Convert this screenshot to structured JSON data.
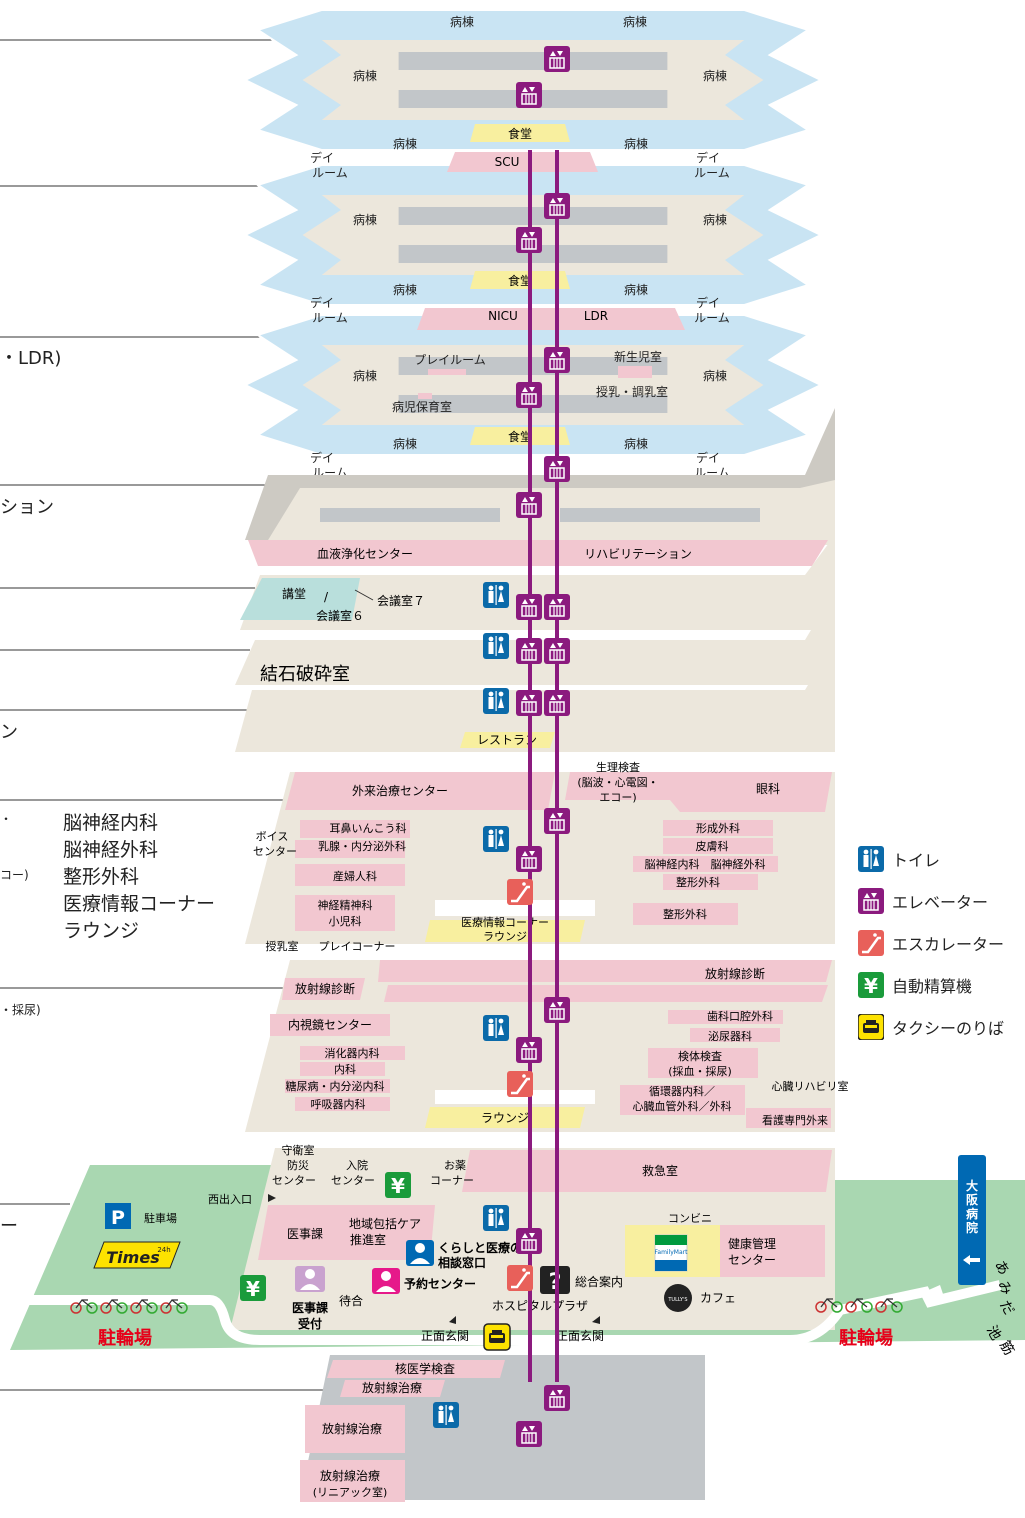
{
  "leader_texts": {
    "f5": "・LDR)",
    "f4": "ション",
    "f2": "結石破砕室",
    "f1": "ン",
    "f1b_dot": "・",
    "f1b_side": "コー)",
    "f1a_side": "・採尿)",
    "g": "ー"
  },
  "floor3_list": [
    "脳神経内科",
    "脳神経外科",
    "整形外科",
    "医療情報コーナー",
    "ラウンジ"
  ],
  "ward": {
    "byoto": "病棟",
    "day1": "デイ",
    "day2": "ルーム"
  },
  "top": {
    "shokudo": "食堂"
  },
  "upper": {
    "shokudo": "食堂",
    "scu": "SCU"
  },
  "mid": {
    "shokudo": "食堂",
    "nicu": "NICU",
    "ldr": "LDR",
    "playroom": "プレイルーム",
    "shinseiji": "新生児室",
    "junyu": "授乳・調乳室",
    "hoiku": "病児保育室"
  },
  "f4": {
    "ketsueki": "血液浄化センター",
    "rehab": "リハビリテーション"
  },
  "f3": {
    "kodo": "講堂",
    "kaigi6": "会議室６",
    "kaigi7": "会議室７",
    "slash": "/"
  },
  "f2": {
    "restaurant": "レストラン"
  },
  "f1b": {
    "gairai": "外来治療センター",
    "seiri": [
      "生理検査",
      "(脳波・心電図・",
      "エコー)"
    ],
    "ganka": "眼科",
    "voice": [
      "ボイス",
      "センター"
    ],
    "jibi": "耳鼻いんこう科",
    "nyusen": "乳腺・内分泌外科",
    "sanfujin": "産婦人科",
    "seishin": "神経精神科",
    "shoni": "小児科",
    "keisei": "形成外科",
    "hifu": "皮膚科",
    "nou": "脳神経内科　脳神経外科",
    "seikei1": "整形外科",
    "seikei2": "整形外科",
    "info": "医療情報コーナー",
    "lounge": "ラウンジ",
    "junyu": "授乳室",
    "play": "プレイコーナー"
  },
  "f1a": {
    "hosha": "放射線診断",
    "hosha2": "放射線診断",
    "naishikyo": "内視鏡センター",
    "shoka": "消化器内科",
    "naika": "内科",
    "tonyo": "糖尿病・内分泌内科",
    "kokyu": "呼吸器内科",
    "shika": "歯科口腔外科",
    "hinyo": "泌尿器科",
    "kentai": [
      "検体検査",
      "(採血・採尿)"
    ],
    "junkan": [
      "循環器内科／",
      "心臓血管外科／外科"
    ],
    "shinzo": "心臓リハビリ室",
    "kango": "看護専門外来",
    "lounge": "ラウンジ"
  },
  "g": {
    "shuei": "守衛室",
    "bosai": [
      "防災",
      "センター"
    ],
    "nyuin": [
      "入院",
      "センター"
    ],
    "okusuri": [
      "お薬",
      "コーナー"
    ],
    "kyukyu": "救急室",
    "nishi": "西出入口",
    "parking": "駐車場",
    "times": "Times",
    "times24": "24h",
    "ijika": "医事課",
    "chiiki": [
      "地域包括ケア",
      "推進室"
    ],
    "kurashi": [
      "くらしと医療の",
      "相談窓口"
    ],
    "konbini": "コンビニ",
    "familymart": "FamilyMart",
    "kenko": [
      "健康管理",
      "センター"
    ],
    "yoyaku": "予約センター",
    "sogo": "総合案内",
    "hospital": "ホスピタルプラザ",
    "cafe": "カフェ",
    "tullys": "TULLY'S",
    "machiai": "待合",
    "ijika_uke": [
      "医事課",
      "受付"
    ],
    "shorin": "駐輪場",
    "shomen": "正面玄関",
    "osaka": [
      "大",
      "阪",
      "病",
      "院"
    ],
    "amida": [
      "あ",
      "み",
      "だ",
      "池",
      "筋"
    ]
  },
  "b1": {
    "kaku": "核医学検査",
    "hosha1": "放射線治療",
    "hosha2": "放射線治療",
    "hosha3": [
      "放射線治療",
      "(リニアック室)"
    ]
  },
  "legend": [
    {
      "icon": "toilet",
      "label": "トイレ"
    },
    {
      "icon": "elevator",
      "label": "エレベーター"
    },
    {
      "icon": "escalator",
      "label": "エスカレーター"
    },
    {
      "icon": "yen",
      "label": "自動精算機"
    },
    {
      "icon": "taxi",
      "label": "タクシーのりば"
    }
  ],
  "icon_glyphs": {
    "yen": "¥",
    "question": "?",
    "parking": "P"
  },
  "colors": {
    "ward": "#c9e4f3",
    "ward_edge": "#ffffff",
    "floor": "#ece7dc",
    "floor_dark": "#cdcac3",
    "pink": "#f2c7d0",
    "yellow": "#f8ef9f",
    "green": "#a9d7b1",
    "teal": "#b9dfdc",
    "purple": "#8b1a7e",
    "toilet": "#0b6aa9",
    "esc": "#e8605a",
    "red": "#e60019",
    "blue": "#0069b3",
    "gray": "#c2c6c9"
  }
}
